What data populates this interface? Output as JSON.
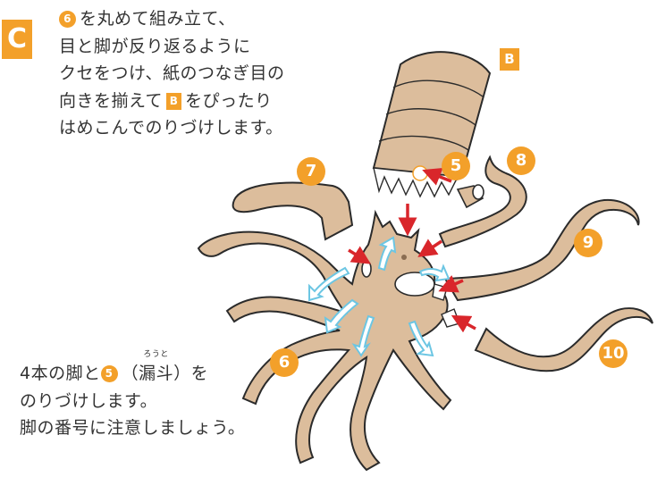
{
  "step": "C",
  "instructions": {
    "ref_part": "6",
    "line1": "を丸めて組み立て、",
    "line2": "目と脚が反り返るように",
    "line3": "クセをつけ、紙のつなぎ目の",
    "line4_a": "向きを揃えて",
    "line4_ref": "B",
    "line4_b": "をぴったり",
    "line5": "はめこんでのりづけします。"
  },
  "note": {
    "line1_a": "4本の脚と",
    "ref_part": "5",
    "paren_open": "（",
    "ruby_base": "漏斗",
    "ruby_reading": "ろうと",
    "paren_close": "）を",
    "line2": "のりづけします。",
    "line3": "脚の番号に注意しましょう。"
  },
  "labels": {
    "part_b": "B",
    "part_5": "5",
    "part_6": "6",
    "part_7": "7",
    "part_8": "8",
    "part_9": "9",
    "part_10": "10"
  },
  "colors": {
    "accent": "#f3a02a",
    "paper": "#dcbd9c",
    "outline": "#2b2b2b",
    "arrow_red": "#d9262b",
    "arrow_blue": "#6cc6e3"
  }
}
